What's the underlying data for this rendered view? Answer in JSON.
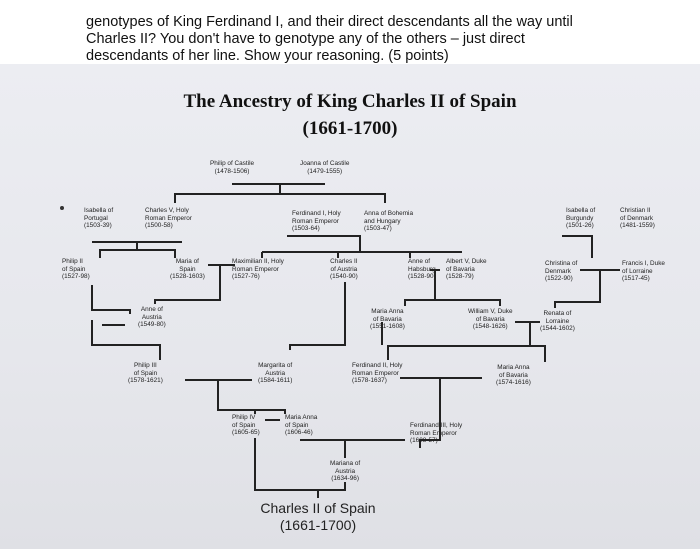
{
  "question": {
    "line1": "genotypes of King Ferdinand I, and their direct descendants all the way until",
    "line2": "Charles II? You don't have to genotype any of the others – just direct",
    "line3": "descendants of her line. Show your reasoning. (5 points)"
  },
  "tree": {
    "title": "The Ancestry of King Charles II of Spain",
    "years": "(1661-1700)",
    "people": {
      "philip_castile": {
        "name": "Philip of Castile",
        "years": "(1478-1506)"
      },
      "joanna_castile": {
        "name": "Joanna of Castile",
        "years": "(1479-1555)"
      },
      "isabella_portugal": {
        "name1": "Isabella of",
        "name2": "Portugal",
        "years": "(1503-39)"
      },
      "charles_v": {
        "name1": "Charles V, Holy",
        "name2": "Roman Emperor",
        "years": "(1500-58)"
      },
      "ferdinand_i": {
        "name1": "Ferdinand I, Holy",
        "name2": "Roman Emperor",
        "years": "(1503-64)"
      },
      "anna_bohemia": {
        "name1": "Anna of Bohemia",
        "name2": "and Hungary",
        "years": "(1503-47)"
      },
      "isabella_burgundy": {
        "name1": "Isabella of",
        "name2": "Burgundy",
        "years": "(1501-26)"
      },
      "christian_ii": {
        "name1": "Christian II",
        "name2": "of Denmark",
        "years": "(1481-1559)"
      },
      "philip_ii": {
        "name1": "Philip II",
        "name2": "of Spain",
        "years": "(1527-98)"
      },
      "maria_spain": {
        "name1": "Maria of",
        "name2": "Spain",
        "years": "(1528-1603)"
      },
      "maximilian_ii": {
        "name1": "Maximilian II, Holy",
        "name2": "Roman Emperor",
        "years": "(1527-76)"
      },
      "charles_ii_austria": {
        "name1": "Charles II",
        "name2": "of Austria",
        "years": "(1540-90)"
      },
      "anne_habsburg": {
        "name1": "Anne of",
        "name2": "Habsburg",
        "years": "(1528-90)"
      },
      "albert_v": {
        "name1": "Albert V, Duke",
        "name2": "of Bavaria",
        "years": "(1528-79)"
      },
      "christina_denmark": {
        "name1": "Christina of",
        "name2": "Denmark",
        "years": "(1522-90)"
      },
      "francis_i": {
        "name1": "Francis I, Duke",
        "name2": "of Lorraine",
        "years": "(1517-45)"
      },
      "anne_austria": {
        "name1": "Anne of",
        "name2": "Austria",
        "years": "(1549-80)"
      },
      "maria_anna_bavaria1": {
        "name1": "Maria Anna",
        "name2": "of Bavaria",
        "years": "(1551-1608)"
      },
      "william_v": {
        "name1": "William V, Duke",
        "name2": "of Bavaria",
        "years": "(1548-1626)"
      },
      "renata": {
        "name1": "Renata of",
        "name2": "Lorraine",
        "years": "(1544-1602)"
      },
      "philip_iii": {
        "name1": "Philip III",
        "name2": "of Spain",
        "years": "(1578-1621)"
      },
      "margarita": {
        "name1": "Margarita of",
        "name2": "Austria",
        "years": "(1584-1611)"
      },
      "ferdinand_ii": {
        "name1": "Ferdinand II, Holy",
        "name2": "Roman Emperor",
        "years": "(1578-1637)"
      },
      "maria_anna_bavaria2": {
        "name1": "Maria Anna",
        "name2": "of Bavaria",
        "years": "(1574-1616)"
      },
      "philip_iv": {
        "name1": "Philip IV",
        "name2": "of Spain",
        "years": "(1605-65)"
      },
      "maria_anna_spain": {
        "name1": "Maria Anna",
        "name2": "of Spain",
        "years": "(1606-46)"
      },
      "ferdinand_iii": {
        "name1": "Ferdinand III, Holy",
        "name2": "Roman Emperor",
        "years": "(1608-57)"
      },
      "mariana_austria": {
        "name1": "Mariana of",
        "name2": "Austria",
        "years": "(1634-96)"
      }
    },
    "final": {
      "name": "Charles II of Spain",
      "years": "(1661-1700)"
    }
  }
}
